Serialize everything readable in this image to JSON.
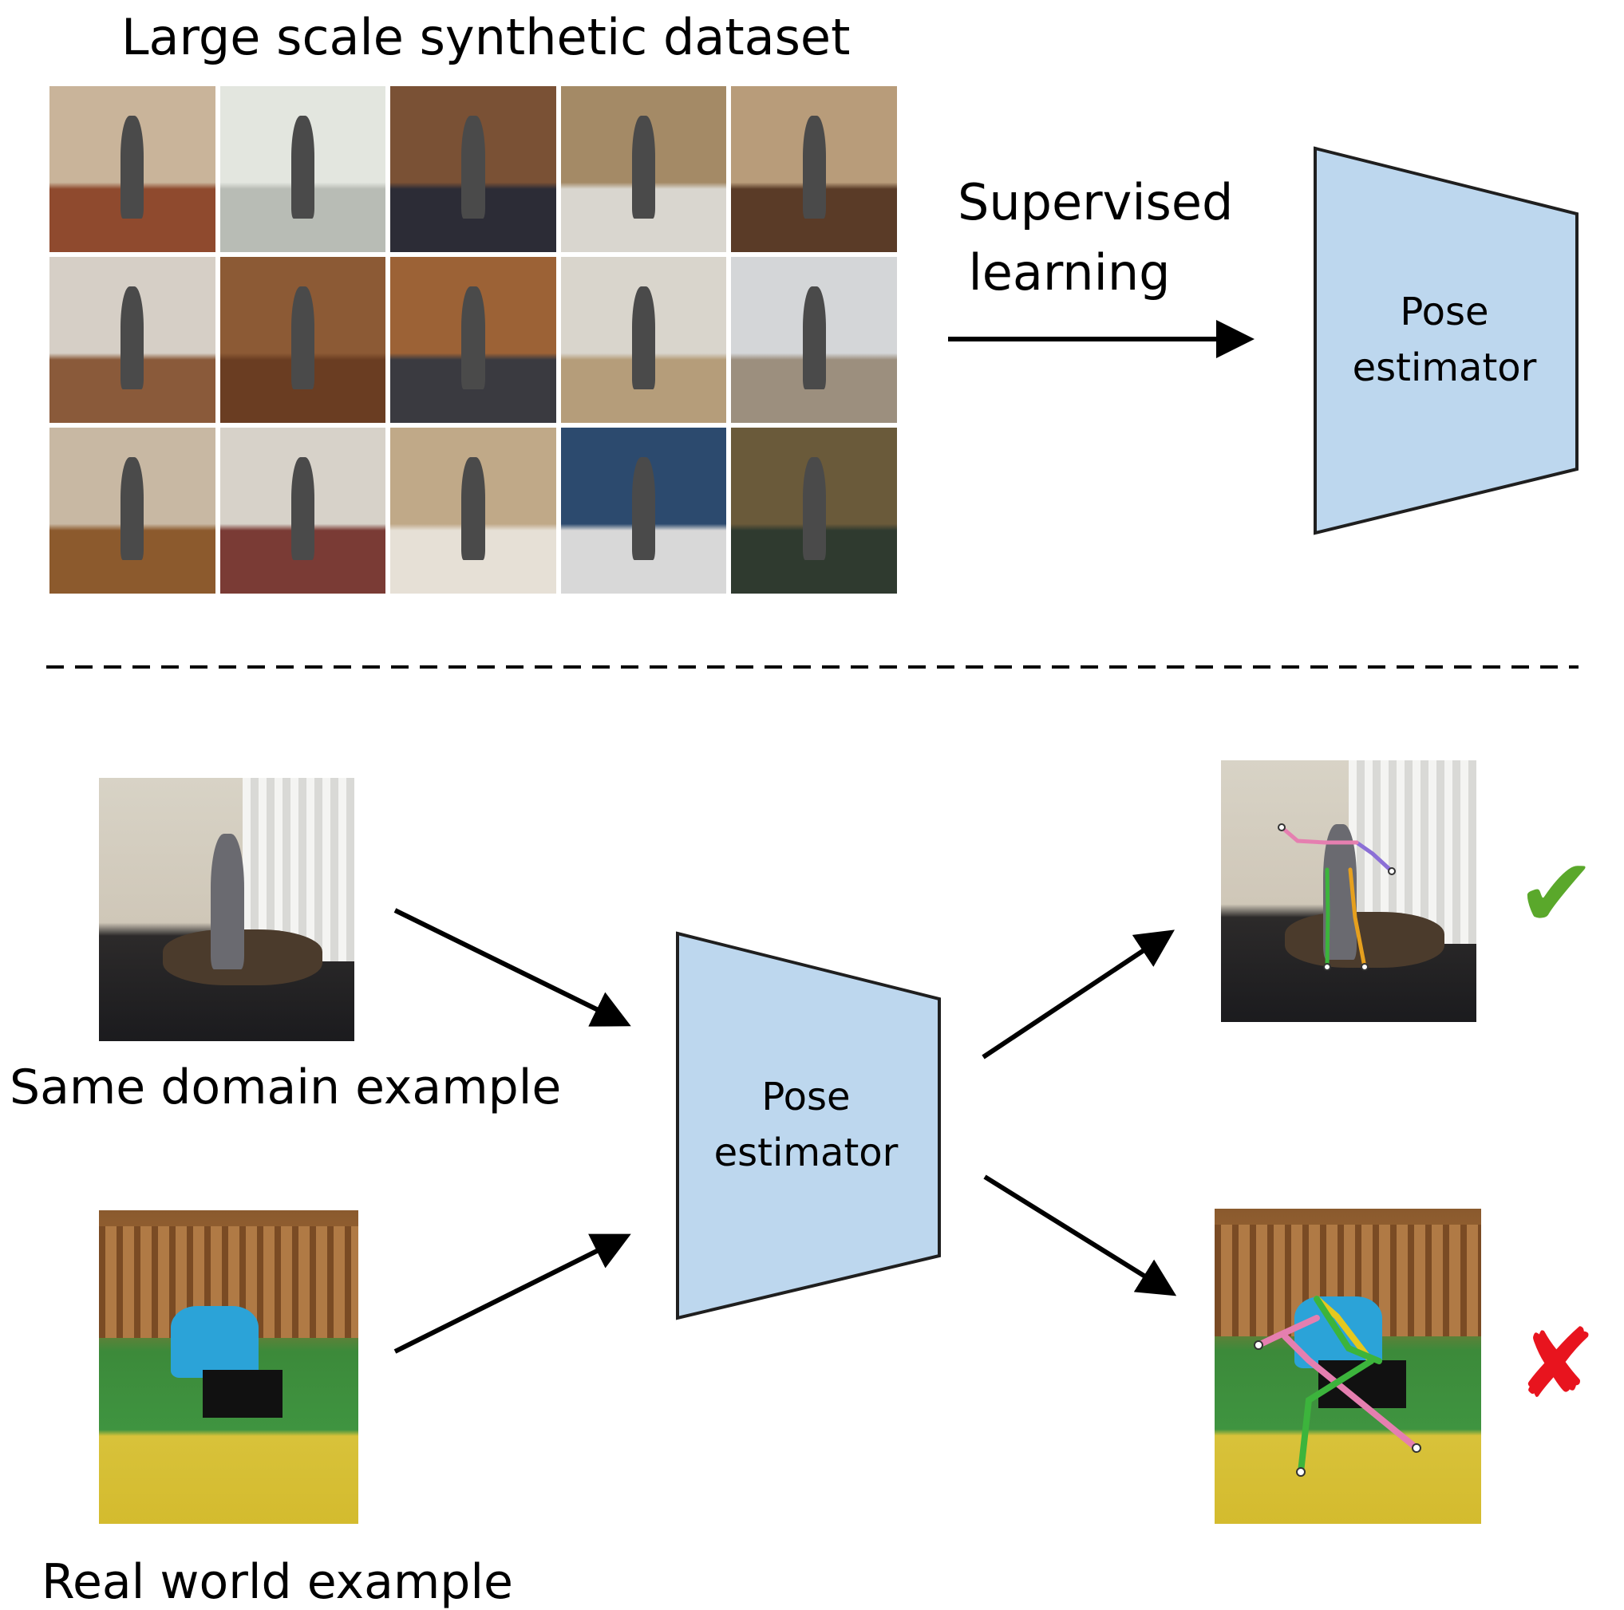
{
  "title": "Large scale synthetic dataset",
  "supervised_label": [
    "Supervised",
    "learning"
  ],
  "pose_estimator_label": [
    "Pose",
    "estimator"
  ],
  "same_domain_caption": "Same domain example",
  "real_world_caption": "Real world example",
  "marks": {
    "correct": "✔",
    "incorrect": "✘"
  },
  "colors": {
    "box_fill": "#bdd7ee",
    "box_stroke": "#1f1f1f",
    "check": "#5aa82b",
    "cross": "#e8141e",
    "arrow": "#000000"
  },
  "thumbnails": [
    {
      "bg": "#c9b49a",
      "floor": "#8f4a2e"
    },
    {
      "bg": "#e3e6df",
      "floor": "#b8bcb5"
    },
    {
      "bg": "#7a5135",
      "floor": "#2c2c36"
    },
    {
      "bg": "#a48a66",
      "floor": "#d9d6cf"
    },
    {
      "bg": "#b89c7a",
      "floor": "#5a3b27"
    },
    {
      "bg": "#d6cfc6",
      "floor": "#8a5a3a"
    },
    {
      "bg": "#8c5a35",
      "floor": "#6a3d22"
    },
    {
      "bg": "#9c6236",
      "floor": "#3a3a40"
    },
    {
      "bg": "#d9d5cc",
      "floor": "#b59d7a"
    },
    {
      "bg": "#d4d6d8",
      "floor": "#9c8f7e"
    },
    {
      "bg": "#c8b8a3",
      "floor": "#8c5a2d"
    },
    {
      "bg": "#d7d2c9",
      "floor": "#7a3b35"
    },
    {
      "bg": "#c0a988",
      "floor": "#e6e0d6"
    },
    {
      "bg": "#2c4a6e",
      "floor": "#d8d8d8"
    },
    {
      "bg": "#6a5a3a",
      "floor": "#2f3a2f"
    }
  ]
}
